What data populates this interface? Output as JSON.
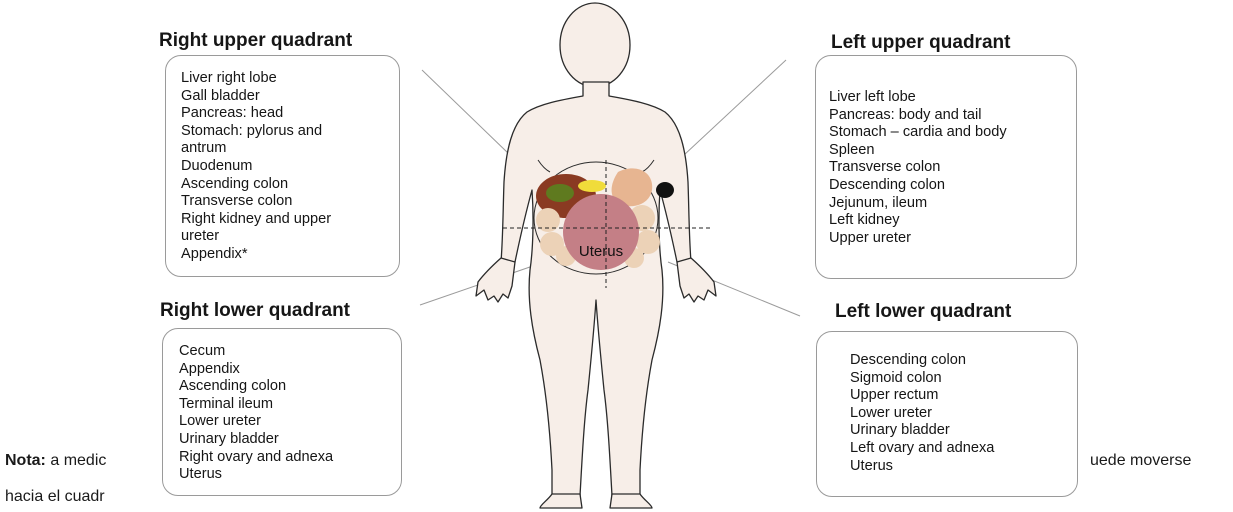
{
  "quadrants": {
    "right_upper": {
      "title": "Right upper quadrant",
      "items": [
        "Liver right lobe",
        "Gall bladder",
        "Pancreas: head",
        "Stomach: pylorus and",
        "antrum",
        "Duodenum",
        "Ascending colon",
        "Transverse colon",
        "Right kidney and upper",
        "ureter",
        "Appendix*"
      ]
    },
    "left_upper": {
      "title": "Left upper quadrant",
      "items": [
        "Liver left lobe",
        "Pancreas: body and tail",
        "Stomach – cardia and body",
        "Spleen",
        "Transverse colon",
        "Descending colon",
        "Jejunum, ileum",
        "Left kidney",
        "Upper ureter"
      ]
    },
    "right_lower": {
      "title": "Right lower quadrant",
      "items": [
        "Cecum",
        "Appendix",
        "Ascending colon",
        "Terminal ileum",
        "Lower ureter",
        "Urinary bladder",
        "Right ovary and adnexa",
        "Uterus"
      ]
    },
    "left_lower": {
      "title": "Left lower quadrant",
      "items": [
        "Descending colon",
        "Sigmoid colon",
        "Upper rectum",
        "Lower ureter",
        "Urinary bladder",
        "Left ovary and adnexa",
        "Uterus"
      ]
    }
  },
  "figure": {
    "uterus_label": "Uterus"
  },
  "note": {
    "label": "Nota:",
    "line1_start": "a medic",
    "line1_end": "uede moverse",
    "line2_start": "hacia el cuadr"
  },
  "colors": {
    "skin": "#f7eee8",
    "outline": "#2b2b2b",
    "uterus": "#c47f86",
    "liver": "#8a3a22",
    "gallbladder": "#5f7a1f",
    "stomach": "#e7b591",
    "pancreas": "#f0dc3a",
    "intestine": "#ecd2b7",
    "spleen": "#111111"
  }
}
